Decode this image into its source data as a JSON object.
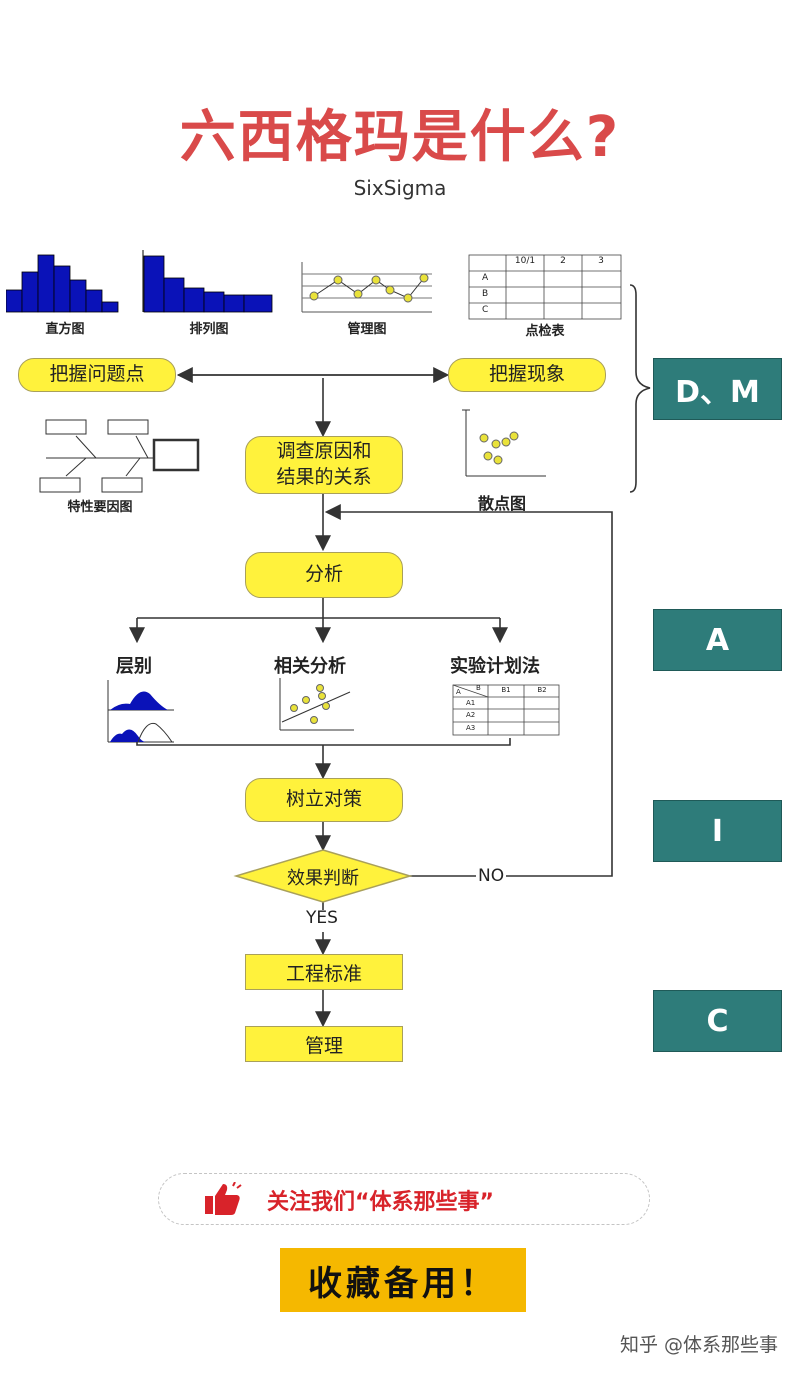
{
  "header": {
    "title": "六西格玛是什么?",
    "subtitle": "SixSigma"
  },
  "thumbnails": {
    "histogram": "直方图",
    "pareto": "排列图",
    "control_chart": "管理图",
    "checklist": "点检表",
    "checklist_cols": [
      "10/1",
      "2",
      "3"
    ],
    "checklist_rows": [
      "A",
      "B",
      "C"
    ],
    "fishbone": "特性要因图",
    "scatter": "散点图"
  },
  "flow": {
    "grasp_problem": "把握问题点",
    "grasp_phenomenon": "把握现象",
    "cause_line1": "调查原因和",
    "cause_line2": "结果的关系",
    "analysis": "分析",
    "stratify": "层别",
    "correlation": "相关分析",
    "doe": "实验计划法",
    "doe_cols": [
      "B",
      "B1",
      "B2"
    ],
    "doe_rows": [
      "A",
      "A1",
      "A2",
      "A3"
    ],
    "countermeasure": "树立对策",
    "judge": "效果判断",
    "no": "NO",
    "yes": "YES",
    "standard": "工程标准",
    "manage": "管理"
  },
  "phases": {
    "dm": "D、M",
    "a": "A",
    "i": "I",
    "c": "C"
  },
  "footer": {
    "banner_text": "关注我们“体系那些事”",
    "stamp": "收藏备用！",
    "watermark": "知乎 @体系那些事"
  }
}
